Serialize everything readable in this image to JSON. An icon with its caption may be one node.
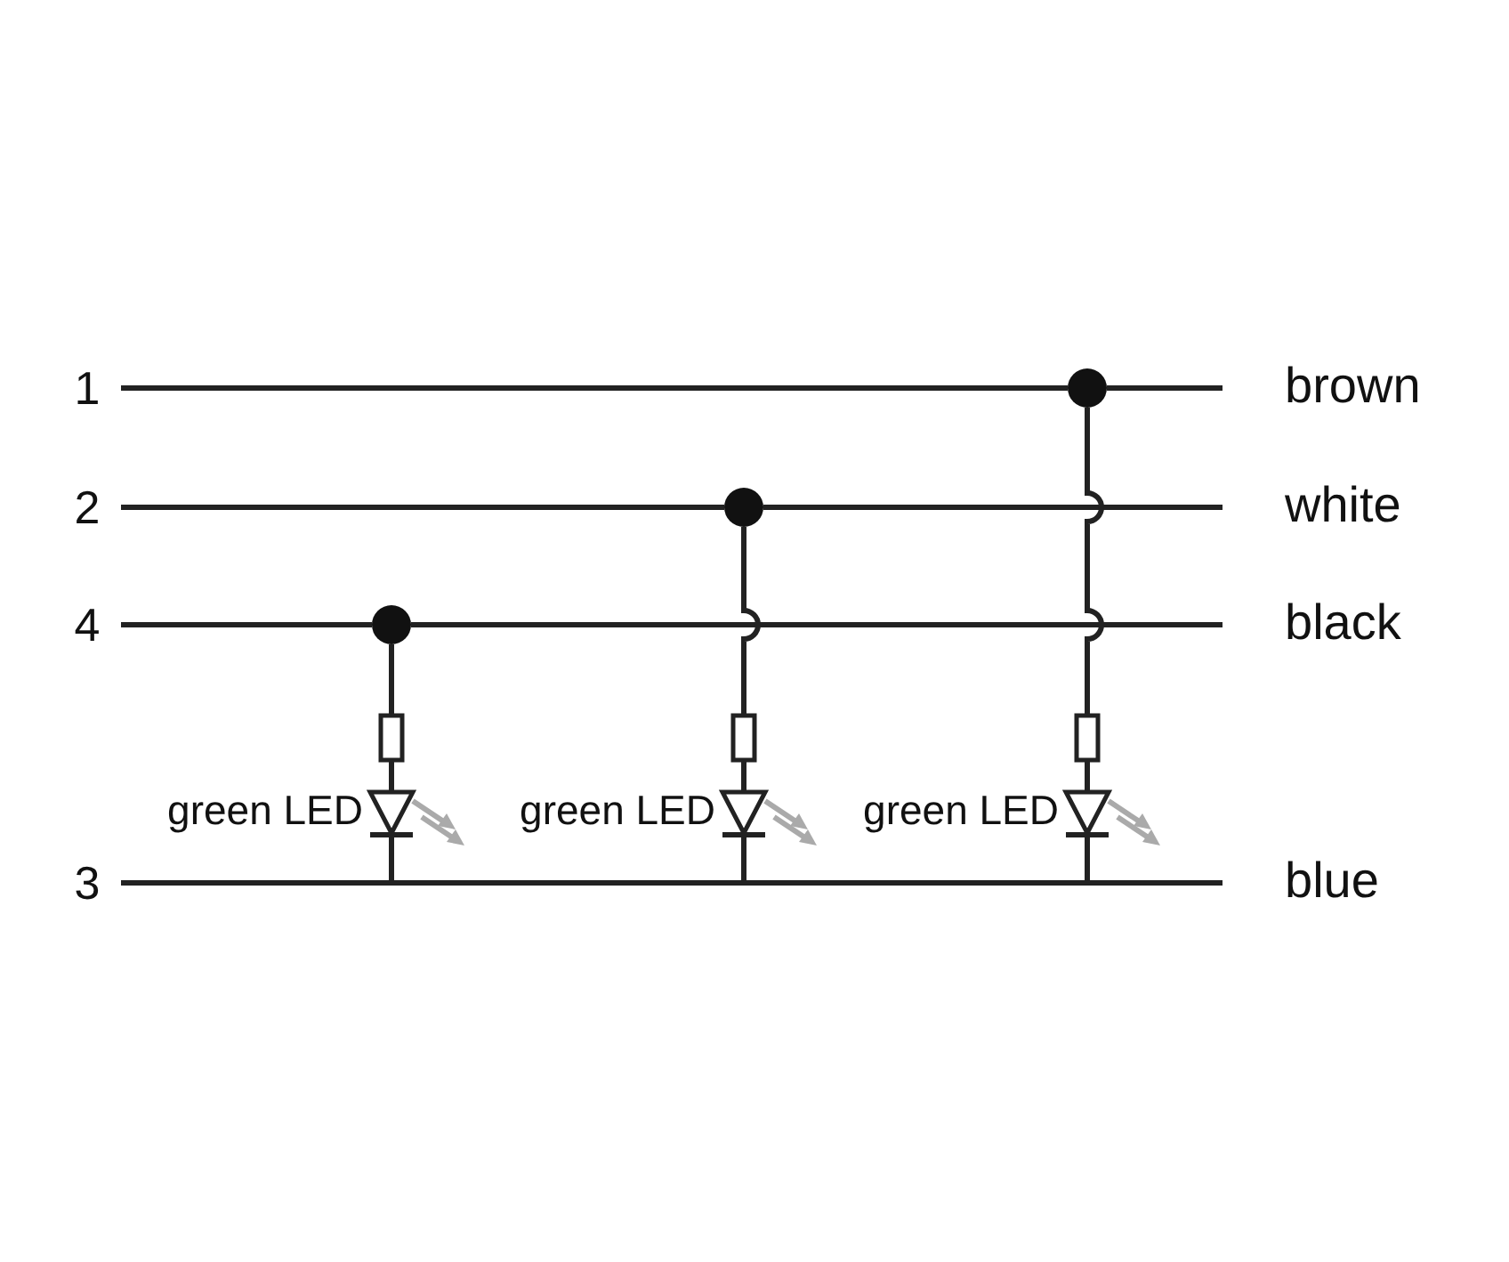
{
  "diagram": {
    "nodes": [
      {
        "text": [
          "1"
        ]
      },
      {
        "text": [
          "brown"
        ]
      },
      {
        "text": [
          "2"
        ]
      },
      {
        "text": [
          "white"
        ]
      },
      {
        "text": [
          "4"
        ]
      },
      {
        "text": [
          "black"
        ]
      },
      {
        "text": [
          "3"
        ]
      },
      {
        "text": [
          "blue"
        ]
      },
      {
        "text": [],
        "shape": "circle"
      },
      {
        "text": [],
        "shape": "circle"
      },
      {
        "text": [],
        "shape": "circle"
      },
      {
        "text": [],
        "shape": "diode",
        "beside": [
          "green LED"
        ]
      },
      {
        "text": [],
        "shape": "diode",
        "beside": [
          "green LED"
        ]
      },
      {
        "text": [],
        "shape": "diode",
        "beside": [
          "green LED"
        ]
      }
    ],
    "edges": [
      {
        "from": 0,
        "to": 10,
        "arrow": "none"
      },
      {
        "from": 10,
        "to": 1,
        "arrow": "none"
      },
      {
        "from": 2,
        "to": 9,
        "arrow": "none"
      },
      {
        "from": 9,
        "to": 3,
        "arrow": "none"
      },
      {
        "from": 4,
        "to": 8,
        "arrow": "none"
      },
      {
        "from": 8,
        "to": 5,
        "arrow": "none"
      },
      {
        "from": 6,
        "to": 7,
        "arrow": "none"
      },
      {
        "from": 8,
        "to": 11,
        "arrow": "none"
      },
      {
        "from": 9,
        "to": 12,
        "arrow": "none"
      },
      {
        "from": 10,
        "to": 13,
        "arrow": "none"
      }
    ]
  }
}
